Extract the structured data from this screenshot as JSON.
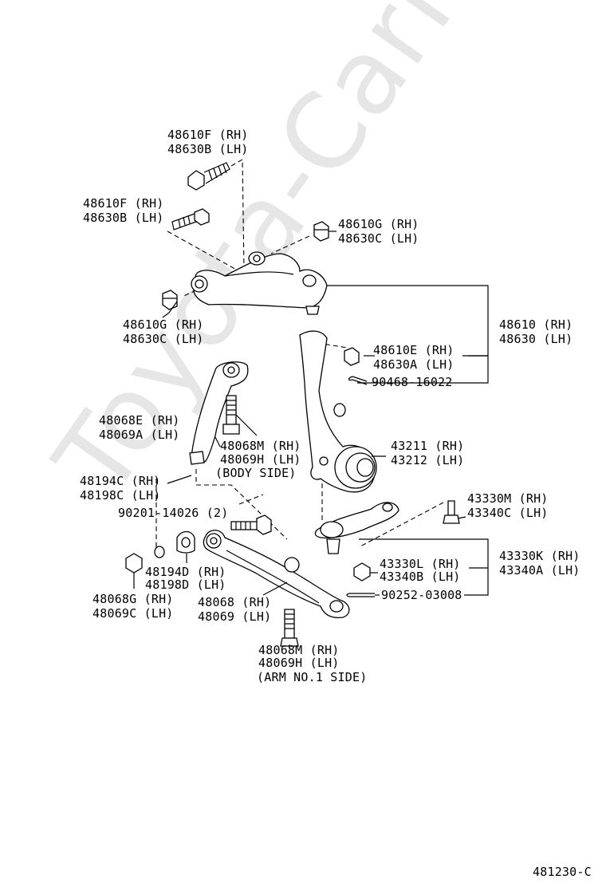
{
  "watermark": "Toyota-CarMine.ru",
  "diagram_code": "481230-C",
  "labels": {
    "bolt_top_rh": "48610F (RH)",
    "bolt_top_lh": "48630B (LH)",
    "bolt_mid_rh": "48610F (RH)",
    "bolt_mid_lh": "48630B (LH)",
    "nut_top_rh": "48610G (RH)",
    "nut_top_lh": "48630C (LH)",
    "nut_left_rh": "48610G (RH)",
    "nut_left_lh": "48630C (LH)",
    "upper_arm_rh": "48610 (RH)",
    "upper_arm_lh": "48630 (LH)",
    "nut_e_rh": "48610E (RH)",
    "nut_e_lh": "48630A (LH)",
    "cotter_1": "90468-16022",
    "strut_rh": "48068E (RH)",
    "strut_lh": "48069A (LH)",
    "body_bolt_rh": "48068M (RH)",
    "body_bolt_lh": "48069H (LH)",
    "body_side": "(BODY SIDE)",
    "knuckle_rh": "43211 (RH)",
    "knuckle_lh": "43212 (LH)",
    "cushion_rh": "48194C (RH)",
    "cushion_lh": "48198C (LH)",
    "bolt_90201": "90201-14026 (2)",
    "bj_bolt_rh": "43330M (RH)",
    "bj_bolt_lh": "43340C (LH)",
    "bj_nut_rh": "43330L (RH)",
    "bj_nut_lh": "43340B (LH)",
    "bj_assy_rh": "43330K (RH)",
    "bj_assy_lh": "43340A (LH)",
    "cotter_2": "90252-03008",
    "washer_rh": "48194D (RH)",
    "washer_lh": "48198D (LH)",
    "nut_g_rh": "48068G (RH)",
    "nut_g_lh": "48069C (LH)",
    "lower_arm_rh": "48068 (RH)",
    "lower_arm_lh": "48069 (LH)",
    "arm_bolt_rh": "48068M (RH)",
    "arm_bolt_lh": "48069H (LH)",
    "arm_side": "(ARM NO.1 SIDE)"
  }
}
